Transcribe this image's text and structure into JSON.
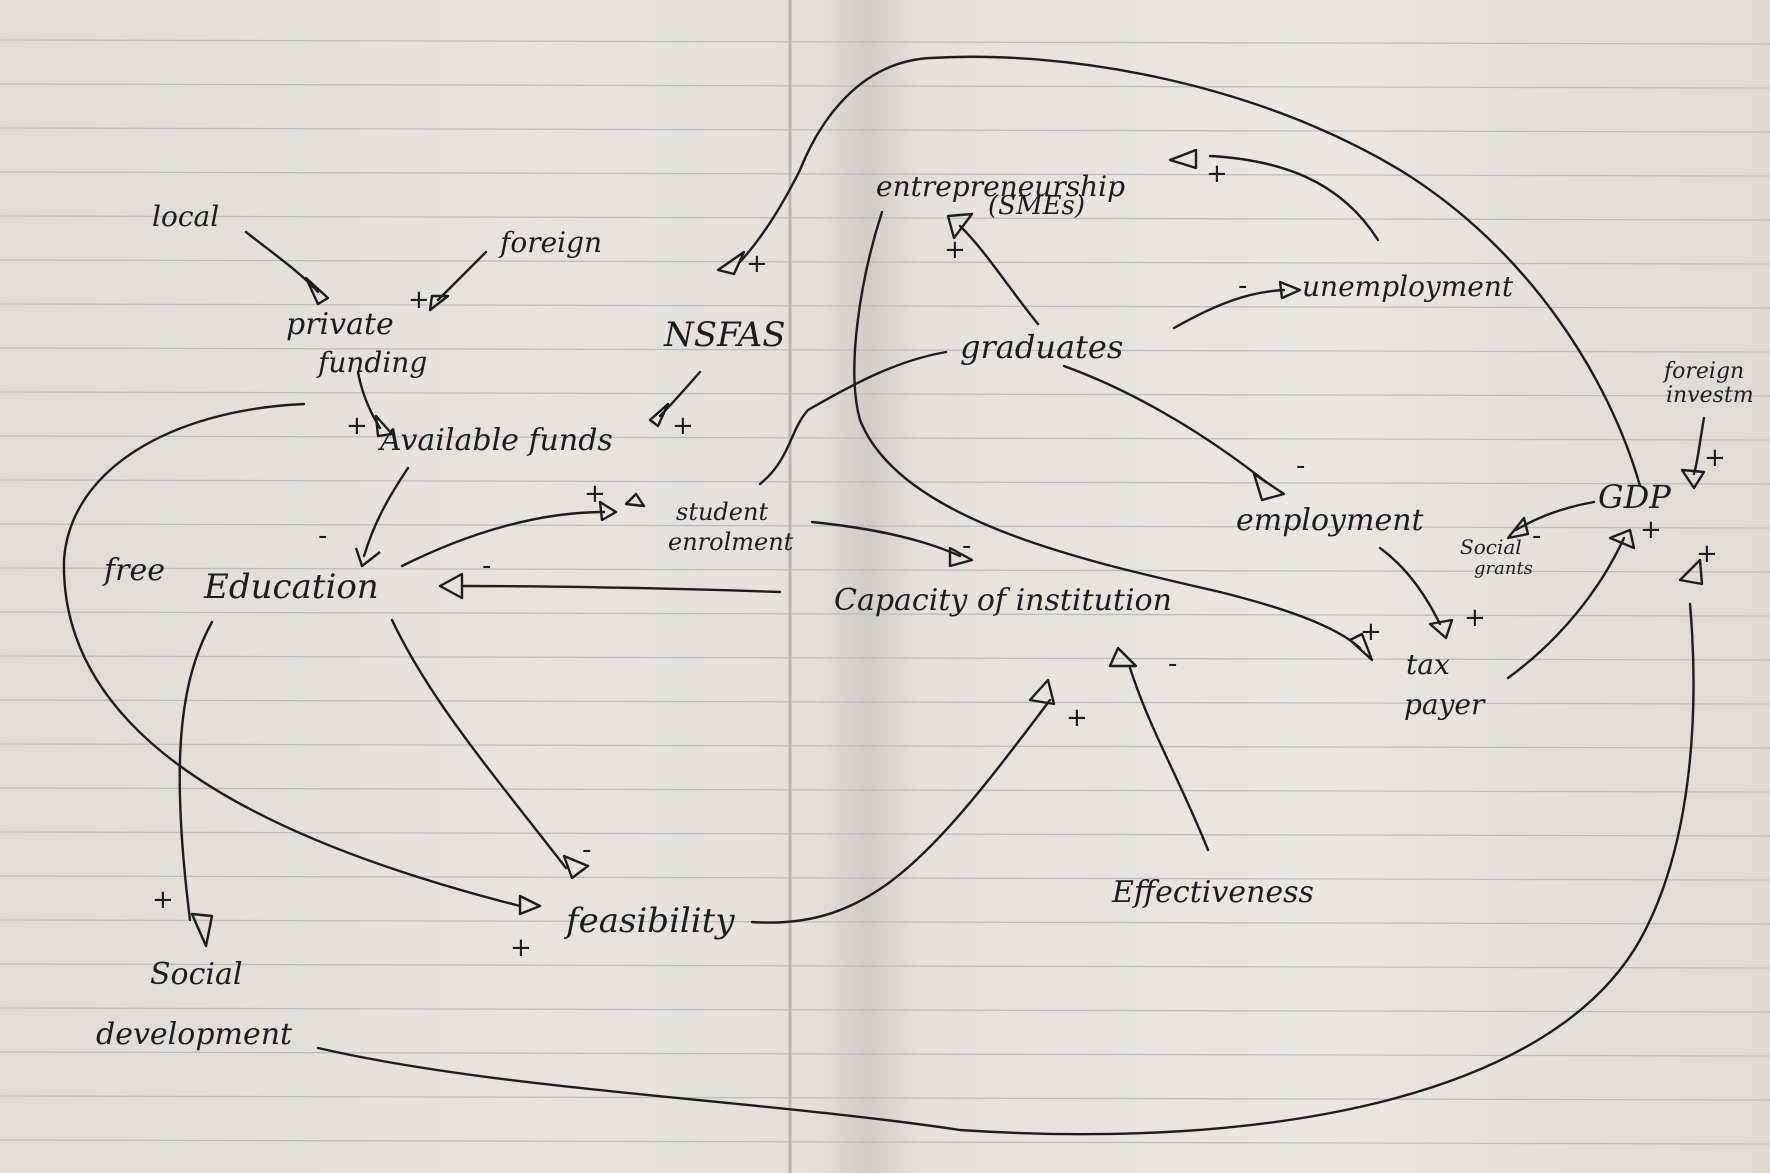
{
  "nodes": {
    "local": "local",
    "foreign": "foreign",
    "private_funding_1": "private",
    "private_funding_2": "funding",
    "nsfas": "NSFAS",
    "available_funds": "Available funds",
    "free_education_1": "free",
    "free_education_2": "Education",
    "student_enrolment_1": "student",
    "student_enrolment_2": "enrolment",
    "capacity_of_institution": "Capacity of institution",
    "entrepreneurship_1": "entrepreneurship",
    "entrepreneurship_2": "(SMEs)",
    "graduates": "graduates",
    "unemployment": "unemployment",
    "employment": "employment",
    "tax_payer_1": "tax",
    "tax_payer_2": "payer",
    "gdp": "GDP",
    "foreign_investment_1": "foreign",
    "foreign_investment_2": "investm",
    "social_grants_1": "Social",
    "social_grants_2": "grants",
    "feasibility": "feasibility",
    "effectiveness": "Effectiveness",
    "social_development_1": "Social",
    "social_development_2": "development"
  },
  "polarities": {
    "foreign_to_private": "+",
    "private_to_available": "+",
    "nsfas_to_available": "+",
    "enterprise_to_nsfas": "+",
    "available_to_education": "-",
    "education_to_enrolment": "+",
    "capacity_to_education": "-",
    "enrolment_to_capacity": "-",
    "graduates_to_enterprise": "+",
    "unemployment_to_enterprise": "+",
    "graduates_to_unemployment": "-",
    "graduates_to_employment": "-",
    "employment_to_tax": "+",
    "enterprise_to_tax": "+",
    "tax_to_gdp": "+",
    "foreign_inv_to_gdp": "+",
    "gdp_to_social_grants": "-",
    "social_dev_to_gdp": "+",
    "education_to_feasibility": "-",
    "available_to_feasibility": "+",
    "feasibility_to_capacity": "+",
    "effectiveness_to_capacity": "-",
    "education_to_social_dev": "+"
  },
  "colors": {
    "ink": "#1d1c1f",
    "paper": "#e6e4dd",
    "rule": "#b9bcc0"
  }
}
